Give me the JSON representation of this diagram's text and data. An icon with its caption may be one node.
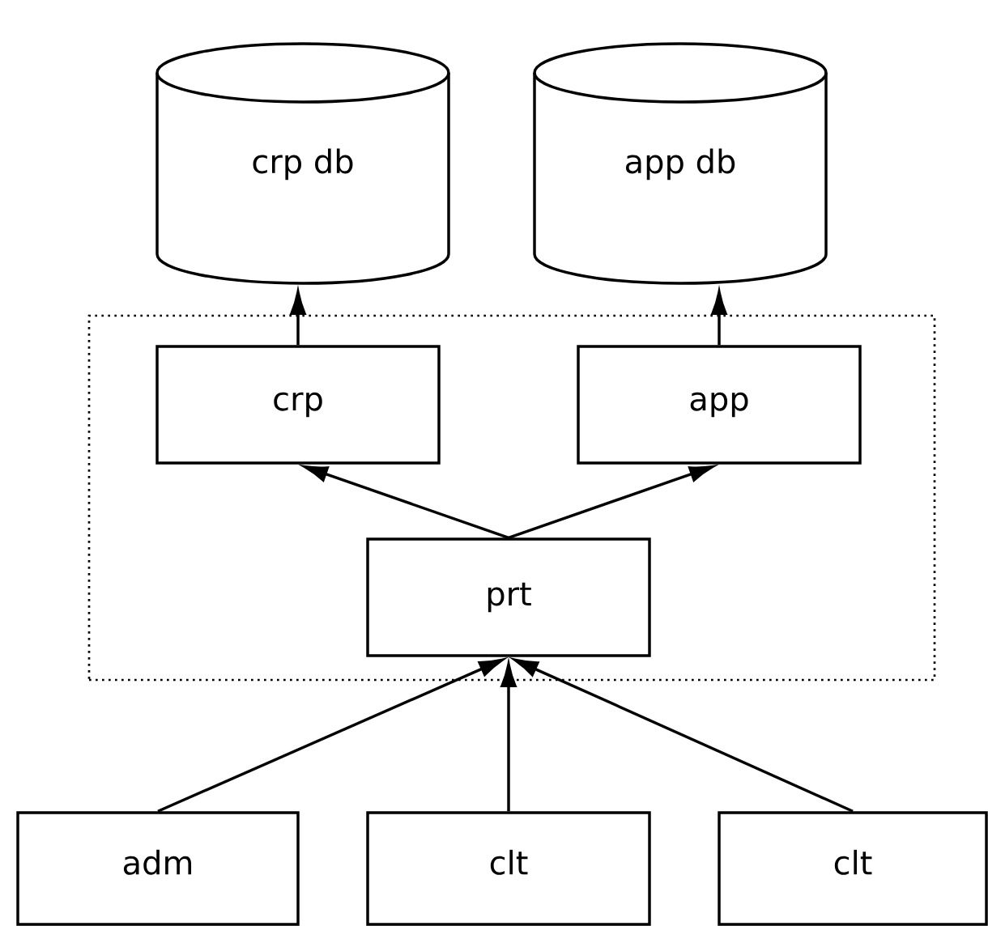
{
  "diagram": {
    "nodes": [
      {
        "text": [
          "crp db"
        ]
      },
      {
        "text": [
          "app db"
        ]
      },
      {
        "text": [],
        "shape": "box"
      },
      {
        "text": [
          "crp"
        ],
        "in": 2
      },
      {
        "text": [
          "app"
        ],
        "in": 2
      },
      {
        "text": [
          "prt"
        ],
        "in": 2
      },
      {
        "text": [
          "adm"
        ]
      },
      {
        "text": [
          "clt"
        ]
      },
      {
        "text": [
          "clt"
        ]
      }
    ],
    "edges": [
      {
        "from": 3,
        "to": 0,
        "arrow": "to"
      },
      {
        "from": 4,
        "to": 1,
        "arrow": "to"
      },
      {
        "from": 5,
        "to": 3,
        "arrow": "to"
      },
      {
        "from": 5,
        "to": 4,
        "arrow": "to"
      },
      {
        "from": 6,
        "to": 5,
        "arrow": "to"
      },
      {
        "from": 7,
        "to": 5,
        "arrow": "to"
      },
      {
        "from": 8,
        "to": 5,
        "arrow": "to"
      }
    ]
  }
}
